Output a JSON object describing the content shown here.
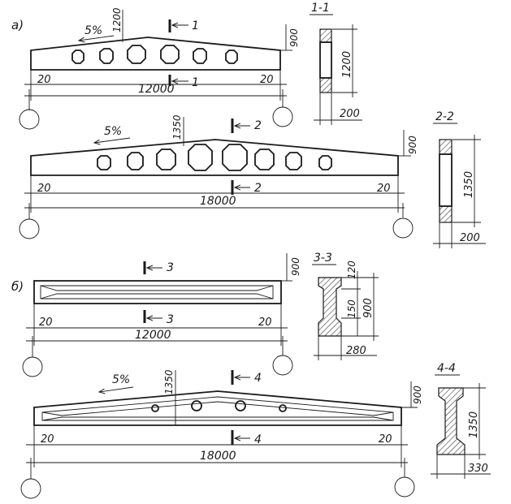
{
  "part_labels": {
    "a": "а)",
    "b": "б)"
  },
  "beam1": {
    "slope": "5%",
    "height_mid": "1200",
    "height_end": "900",
    "overhang_left": "20",
    "overhang_right": "20",
    "span": "12000",
    "section_mark": "1"
  },
  "beam2": {
    "slope": "5%",
    "height_mid": "1350",
    "height_end": "900",
    "overhang_left": "20",
    "overhang_right": "20",
    "span": "18000",
    "section_mark": "2"
  },
  "beam3": {
    "height_end": "900",
    "overhang_left": "20",
    "overhang_right": "20",
    "span": "12000",
    "section_mark": "3"
  },
  "beam4": {
    "slope": "5%",
    "height_mid": "1350",
    "height_end": "900",
    "overhang_left": "20",
    "overhang_right": "20",
    "span": "18000",
    "section_mark": "4"
  },
  "section1": {
    "title": "1-1",
    "height": "1200",
    "width": "200"
  },
  "section2": {
    "title": "2-2",
    "height": "1350",
    "width": "200"
  },
  "section3": {
    "title": "3-3",
    "flange_top": "120",
    "web_height": "150",
    "height": "900",
    "width": "280"
  },
  "section4": {
    "title": "4-4",
    "height": "1350",
    "width": "330"
  }
}
